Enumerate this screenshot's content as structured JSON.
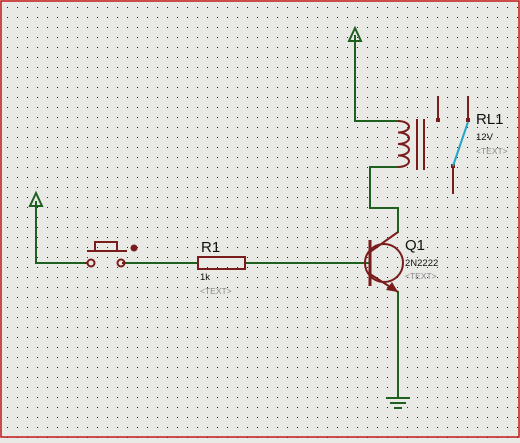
{
  "colors": {
    "background": "#e9e9e6",
    "grid_dot": "#1c1c1c",
    "frame": "#c31919",
    "wire": "#1f5f1f",
    "component": "#7a1c1c",
    "switch_contact": "#22a6c6",
    "text": "#111111",
    "placeholder_text": "#8a8a8a"
  },
  "components": {
    "relay": {
      "ref": "RL1",
      "value": "12V",
      "placeholder": "<TEXT>"
    },
    "transistor": {
      "ref": "Q1",
      "value": "2N2222",
      "placeholder": "<TEXT>"
    },
    "resistor": {
      "ref": "R1",
      "value": "1k",
      "placeholder": "<TEXT>"
    }
  },
  "icons": {
    "power_left": "power-arrow-icon",
    "power_top": "power-arrow-icon",
    "ground": "ground-icon",
    "pushbutton": "pushbutton-icon",
    "relay_coil": "inductor-coil-icon",
    "relay_contact": "relay-contact-icon",
    "transistor": "npn-transistor-icon",
    "resistor": "resistor-icon"
  }
}
